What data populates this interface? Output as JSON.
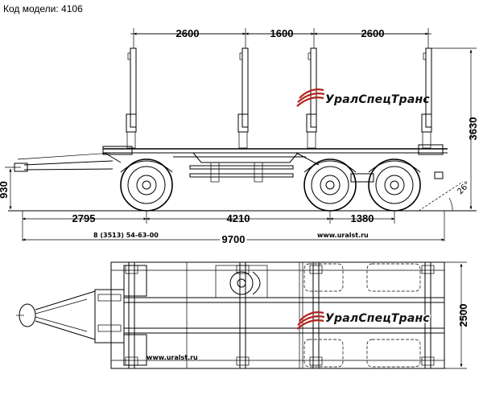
{
  "header": {
    "model_label": "Код модели: 4106"
  },
  "brand": {
    "name": "УралСпецТранс",
    "color": "#b3231c"
  },
  "side_view": {
    "top_dims": [
      "2600",
      "1600",
      "2600"
    ],
    "height_total": "3630",
    "height_hitch": "930",
    "angle": "26°",
    "bottom_dims": [
      "2795",
      "4210",
      "1380"
    ],
    "overall_length": "9700",
    "phone": "8 (3513) 54-63-00",
    "website": "www.uralst.ru"
  },
  "top_view": {
    "width": "2500",
    "website": "www.uralst.ru"
  }
}
